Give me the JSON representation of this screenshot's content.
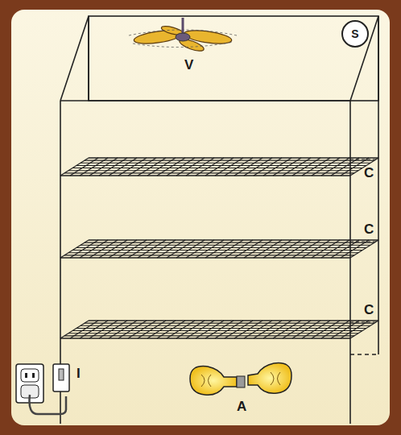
{
  "diagram": {
    "nodes": [
      {
        "text": [
          "S"
        ]
      }
    ],
    "labels": [
      "V",
      "C",
      "C",
      "C",
      "I",
      "A"
    ]
  }
}
